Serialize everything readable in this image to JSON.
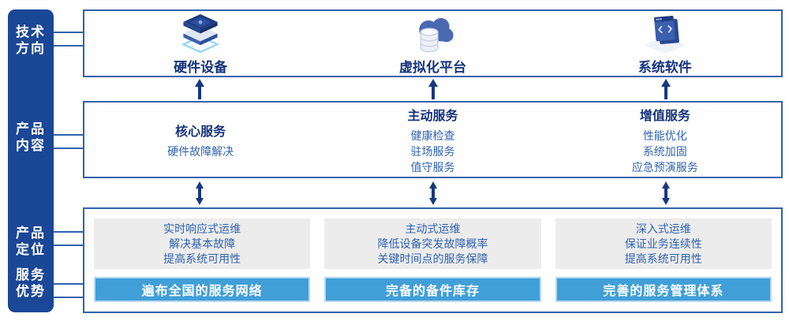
{
  "colors": {
    "sidebar_bg": "#1a4796",
    "box_border": "#2e63ad",
    "heading_text": "#14337d",
    "body_text": "#2f63ae",
    "bar_bg": "#419fd8",
    "panel_bg": "#ececec",
    "arrow": "#16387f",
    "wireframe_accent": "#8ad2f0"
  },
  "sidebar": {
    "items": [
      {
        "line1": "技术",
        "line2": "方向"
      },
      {
        "line1": "产品",
        "line2": "内容"
      },
      {
        "line1": "产品",
        "line2": "定位"
      },
      {
        "line1": "服务",
        "line2": "优势"
      }
    ]
  },
  "tech_row": {
    "items": [
      {
        "icon": "server-stack-icon",
        "label": "硬件设备"
      },
      {
        "icon": "cloud-database-icon",
        "label": "虚拟化平台"
      },
      {
        "icon": "code-window-icon",
        "label": "系统软件"
      }
    ]
  },
  "content_row": {
    "columns": [
      {
        "heading": "核心服务",
        "items": [
          "硬件故障解决"
        ]
      },
      {
        "heading": "主动服务",
        "items": [
          "健康检查",
          "驻场服务",
          "值守服务"
        ]
      },
      {
        "heading": "增值服务",
        "items": [
          "性能优化",
          "系统加固",
          "应急预演服务"
        ]
      }
    ]
  },
  "positioning_row": {
    "columns": [
      {
        "lines": [
          "实时响应式运维",
          "解决基本故障",
          "提高系统可用性"
        ],
        "bar": "遍布全国的服务网络"
      },
      {
        "lines": [
          "主动式运维",
          "降低设备突发故障概率",
          "关键时间点的服务保障"
        ],
        "bar": "完备的备件库存"
      },
      {
        "lines": [
          "深入式运维",
          "保证业务连续性",
          "提高系统可用性"
        ],
        "bar": "完善的服务管理体系"
      }
    ]
  }
}
